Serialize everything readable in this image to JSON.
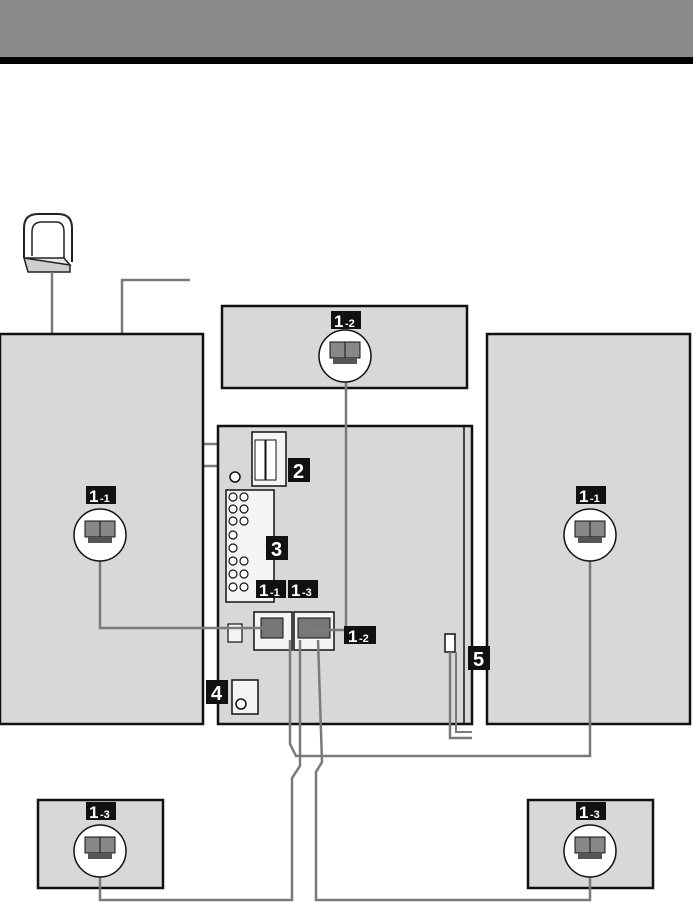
{
  "colors": {
    "header": "#8a8a8a",
    "rule": "#000000",
    "panel": "#d8d8d8",
    "cable": "#7a7a7a",
    "label_bg": "#111111",
    "label_fg": "#ffffff"
  },
  "labels": {
    "front_left": {
      "num": "1",
      "sub": "-1"
    },
    "front_right": {
      "num": "1",
      "sub": "-1"
    },
    "center": {
      "num": "1",
      "sub": "-2"
    },
    "surround_left": {
      "num": "1",
      "sub": "-3"
    },
    "surround_right": {
      "num": "1",
      "sub": "-3"
    },
    "unit_front": {
      "num": "1",
      "sub": "-1"
    },
    "unit_surround": {
      "num": "1",
      "sub": "-3"
    },
    "unit_center": {
      "num": "1",
      "sub": "-2"
    },
    "antenna": "2",
    "audio_in": "3",
    "video": "4",
    "power": "5"
  }
}
